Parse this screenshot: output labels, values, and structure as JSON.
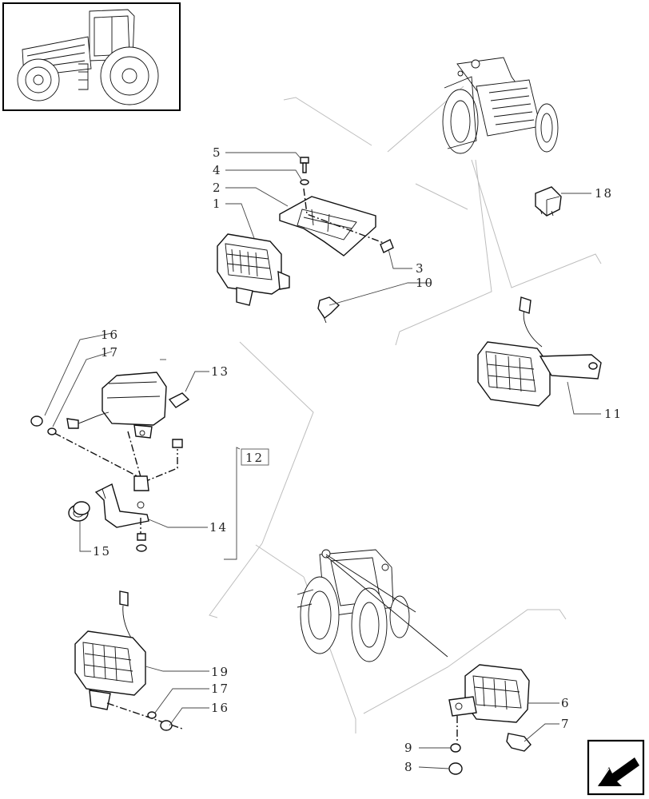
{
  "labels": {
    "p1": "1",
    "p2": "2",
    "p3": "3",
    "p4": "4",
    "p5": "5",
    "p6": "6",
    "p7": "7",
    "p8": "8",
    "p9": "9",
    "p10": "10",
    "p11": "11",
    "p12": "12",
    "p13": "13",
    "p14": "14",
    "p15": "15",
    "p16a": "16",
    "p17a": "17",
    "p16b": "16",
    "p17b": "17",
    "p18": "18",
    "p19": "19"
  },
  "icons": {
    "thumbnail": "tractor-thumbnail-icon",
    "nav": "next-page-arrow-icon"
  }
}
